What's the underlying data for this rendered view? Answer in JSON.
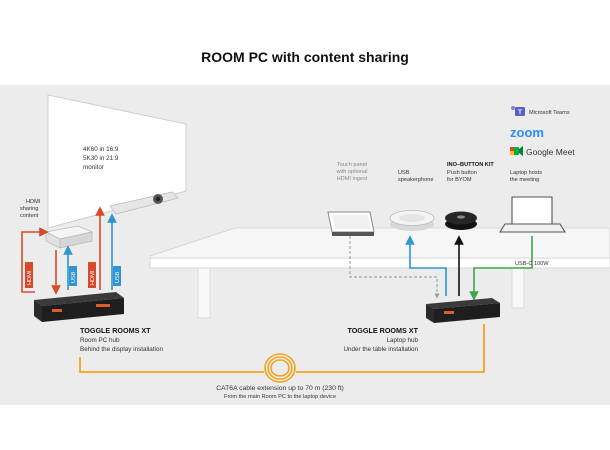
{
  "title": "ROOM PC with content sharing",
  "monitor_text": [
    "4K60 in 16:9",
    "5K30 in 21:9",
    "monitor"
  ],
  "hdmi_sharing_label": [
    "HDMI",
    "sharing",
    "content"
  ],
  "apps": {
    "teams": "Microsoft Teams",
    "zoom": "zoom",
    "meet": "Google Meet"
  },
  "devices": {
    "touch_panel": [
      "Touch panel",
      "with optional",
      "HDMI ingest"
    ],
    "speakerphone": [
      "USB",
      "speakerphone"
    ],
    "ino_title": "INO–BUTTON KIT",
    "ino_desc": [
      "Push button",
      "for BYOM"
    ],
    "laptop": [
      "Laptop hosts",
      "the meeting"
    ]
  },
  "usb_c_label": "USB-C 100W",
  "cable_labels": {
    "hdmi_1": "HDMI",
    "usb_1": "USB",
    "hdmi_2": "HDMI",
    "usb_2": "USB"
  },
  "hub_left": {
    "title": "TOGGLE ROOMS XT",
    "sub": "Room PC hub",
    "desc": "Behind the display installation"
  },
  "hub_right": {
    "title": "TOGGLE ROOMS XT",
    "sub": "Laptop hub",
    "desc": "Under the table installation"
  },
  "cable_caption": {
    "main": "CAT6A cable extension up to 70 m (230 ft)",
    "sub": "From the main Room PC to the laptop device"
  },
  "colors": {
    "hdmi_red": "#d94a2b",
    "usb_blue": "#2f95d3",
    "cat6a_orange": "#f2a421",
    "usbc_green": "#3da64a",
    "room_bg": "#ececec",
    "table_top": "#f4f4f4",
    "teams_purple": "#5b5fc7",
    "zoom_blue": "#2d8cff"
  }
}
